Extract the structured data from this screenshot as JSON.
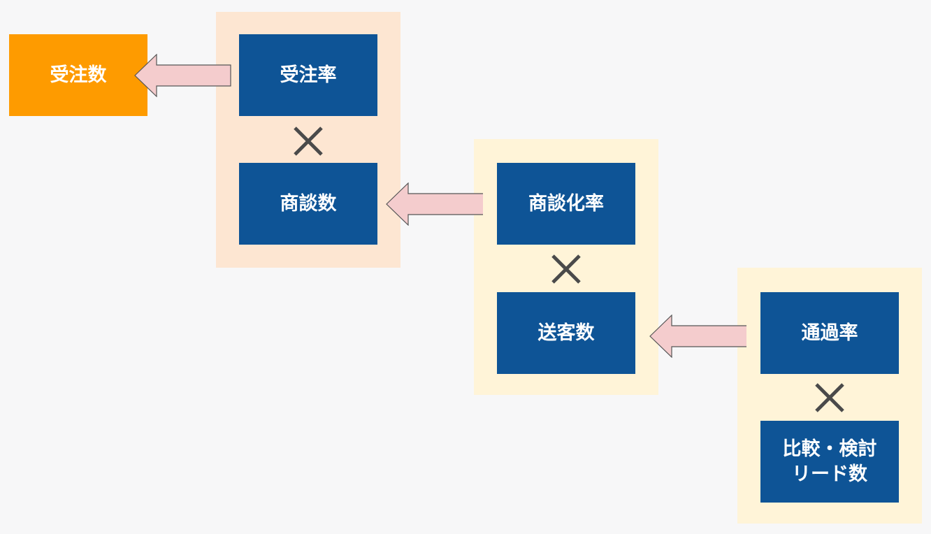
{
  "nodes": {
    "order_count": "受注数",
    "order_rate": "受注率",
    "meeting_count": "商談数",
    "meeting_rate": "商談化率",
    "referral_count": "送客数",
    "pass_rate": "通過率",
    "comparison_leads": "比較・検討\nリード数"
  },
  "operators": {
    "multiply": "×"
  },
  "colors": {
    "node_blue": "#0e5496",
    "node_orange": "#fe9b00",
    "group_peach": "#fde6d2",
    "group_cream": "#fff4d8",
    "arrow_fill": "#f4cccd",
    "operator": "#4a4a4a"
  }
}
